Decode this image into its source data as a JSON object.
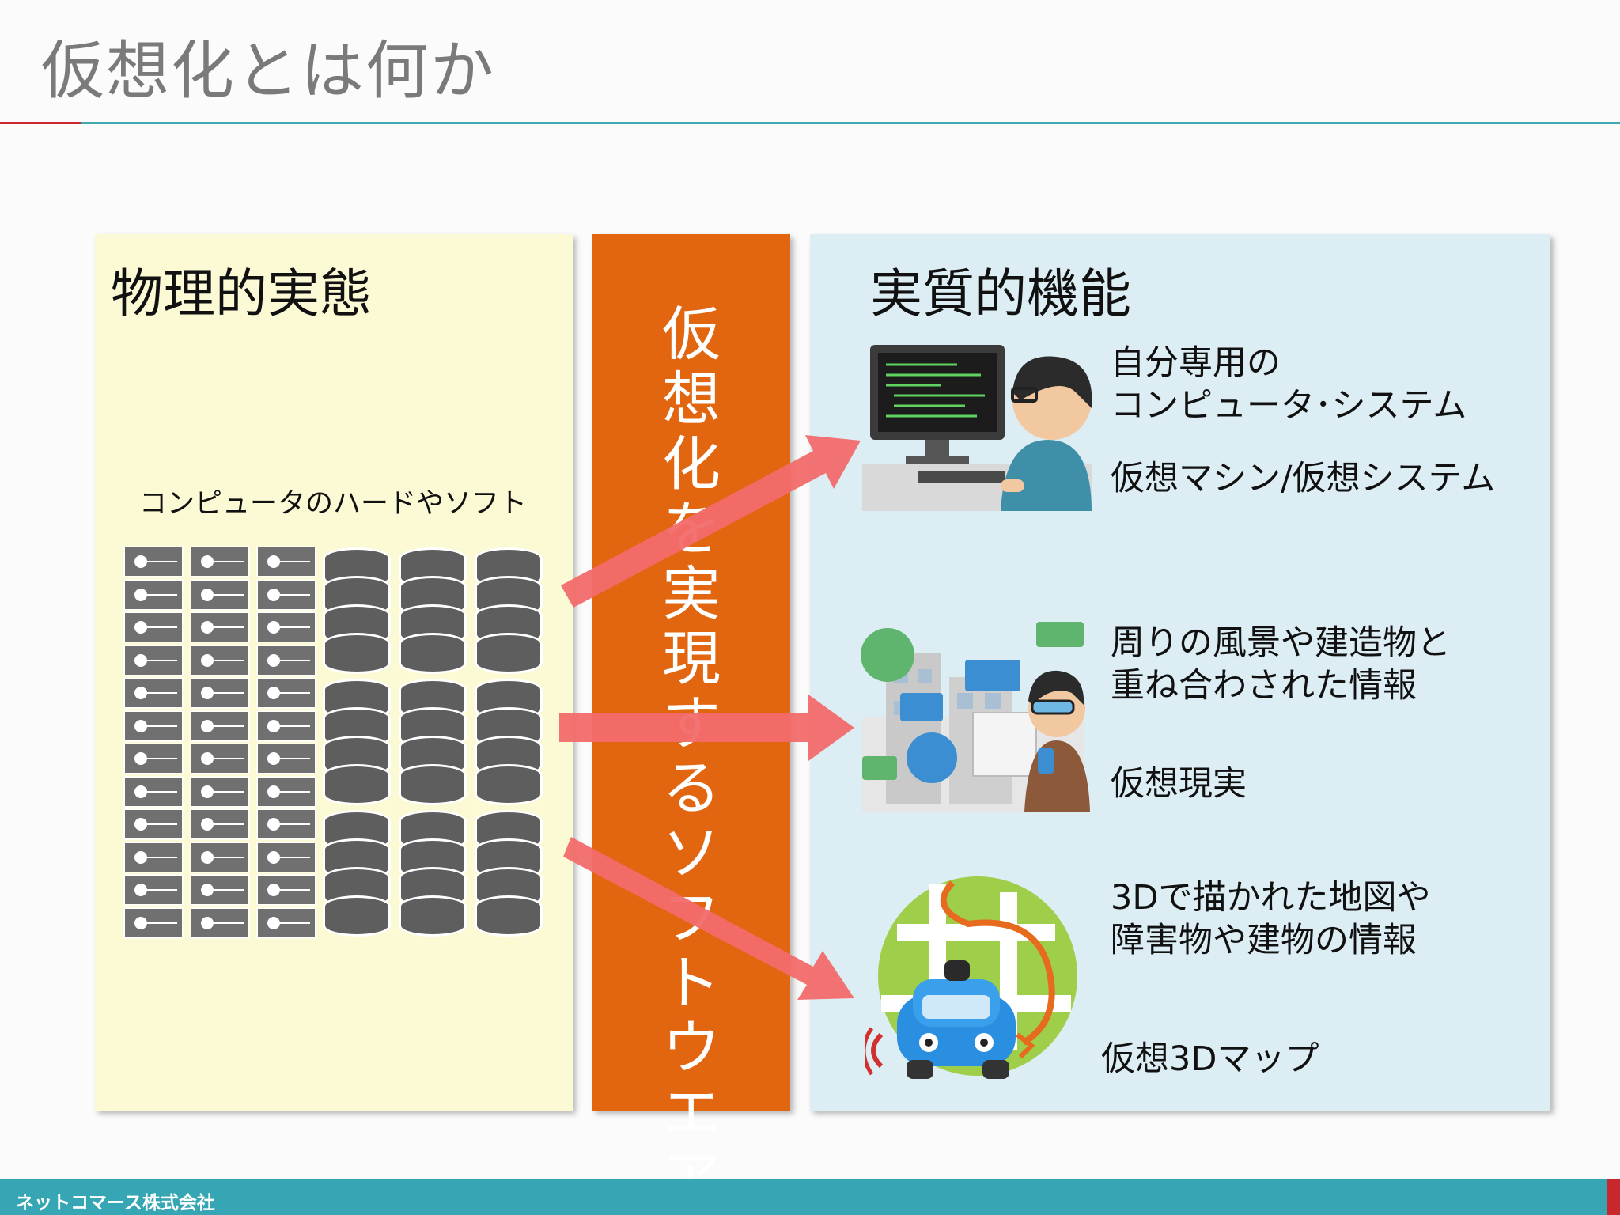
{
  "title": "仮想化とは何か",
  "physical": {
    "heading": "物理的実態",
    "caption": "コンピュータのハードやソフト"
  },
  "middle": {
    "label": "仮\n想\n化\nを\n実\n現\nす\nる\nソ\nフ\nト\nウ\nエ\nア"
  },
  "virtual": {
    "heading": "実質的機能",
    "items": [
      {
        "icon": "person-at-computer-illustration",
        "description": "自分専用の\nコンピュータ･システム",
        "name": "仮想マシン/仮想システム"
      },
      {
        "icon": "augmented-reality-illustration",
        "description": "周りの風景や建造物と\n重ね合わされた情報",
        "name": "仮想現実"
      },
      {
        "icon": "self-driving-car-map-illustration",
        "description": "3Dで描かれた地図や\n障害物や建物の情報",
        "name": "仮想3Dマップ"
      }
    ]
  },
  "footer": {
    "company": "ネットコマース株式会社"
  },
  "colors": {
    "title": "#7a7a7a",
    "rule": "#3fa9b2",
    "accent_red": "#c8272e",
    "physical_bg": "#fcf9d5",
    "software_bg": "#e2660f",
    "virtual_bg": "#ddedf4",
    "arrow": "#f26b6b",
    "footer_bg": "#37a6b4"
  }
}
